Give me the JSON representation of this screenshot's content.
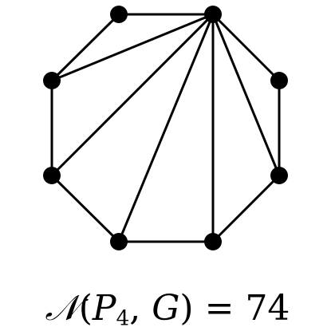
{
  "graph": {
    "vertices": [
      "v1",
      "v2",
      "v3",
      "v4",
      "v5",
      "v6",
      "v7",
      "v8"
    ],
    "edges": [
      [
        "v1",
        "v2"
      ],
      [
        "v2",
        "v3"
      ],
      [
        "v3",
        "v4"
      ],
      [
        "v4",
        "v5"
      ],
      [
        "v5",
        "v6"
      ],
      [
        "v6",
        "v7"
      ],
      [
        "v7",
        "v8"
      ],
      [
        "v8",
        "v1"
      ],
      [
        "v2",
        "v8"
      ],
      [
        "v2",
        "v7"
      ],
      [
        "v2",
        "v6"
      ],
      [
        "v2",
        "v5"
      ],
      [
        "v2",
        "v4"
      ]
    ],
    "edge_color": "#000000",
    "vertex_color": "#000000"
  },
  "caption": {
    "script_n": "𝒩",
    "open_paren": "(",
    "p_letter": "P",
    "p_subscript": "4",
    "comma": ", ",
    "g_letter": "G",
    "close_and_equals": ") = ",
    "value": "74"
  }
}
